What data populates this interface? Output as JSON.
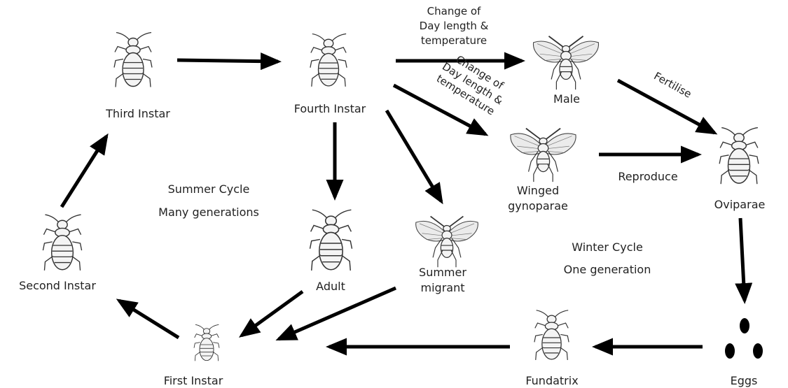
{
  "stages": {
    "third_instar": "Third Instar",
    "fourth_instar": "Fourth Instar",
    "second_instar": "Second Instar",
    "first_instar": "First Instar",
    "adult": "Adult",
    "summer_migrant_1": "Summer",
    "summer_migrant_2": "migrant",
    "male": "Male",
    "winged_gynoparae_1": "Winged",
    "winged_gynoparae_2": "gynoparae",
    "oviparae": "Oviparae",
    "fundatrix": "Fundatrix",
    "eggs": "Eggs"
  },
  "edge_labels": {
    "change_top_1": "Change of",
    "change_top_2": "Day length &",
    "change_top_3": "temperature",
    "change_diag_1": "Change of",
    "change_diag_2": "Day length &",
    "change_diag_3": "temperature",
    "fertilise": "Fertilise",
    "reproduce": "Reproduce"
  },
  "cycles": {
    "summer_title": "Summer Cycle",
    "summer_sub": "Many generations",
    "winter_title": "Winter Cycle",
    "winter_sub": "One generation"
  },
  "icons": [
    "wingless-aphid-icon",
    "winged-aphid-icon",
    "egg-icon"
  ]
}
